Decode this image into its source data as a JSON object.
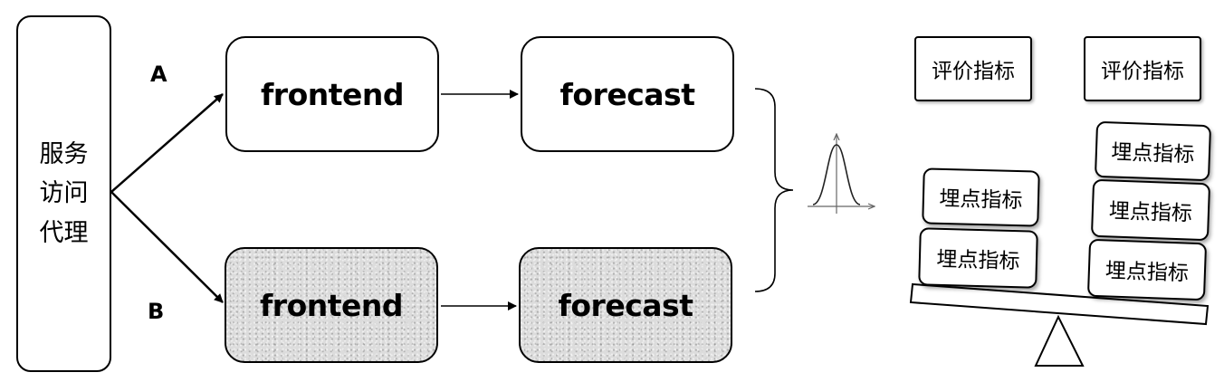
{
  "proxy": {
    "label": "服务访问代理"
  },
  "routes": {
    "a_label": "A",
    "b_label": "B"
  },
  "row_a": {
    "frontend": "frontend",
    "forecast": "forecast"
  },
  "row_b": {
    "frontend": "frontend",
    "forecast": "forecast"
  },
  "evaluation_metrics": [
    "评价指标",
    "评价指标"
  ],
  "left_pan_metrics": [
    "埋点指标",
    "埋点指标"
  ],
  "right_pan_metrics": [
    "埋点指标",
    "埋点指标",
    "埋点指标"
  ]
}
